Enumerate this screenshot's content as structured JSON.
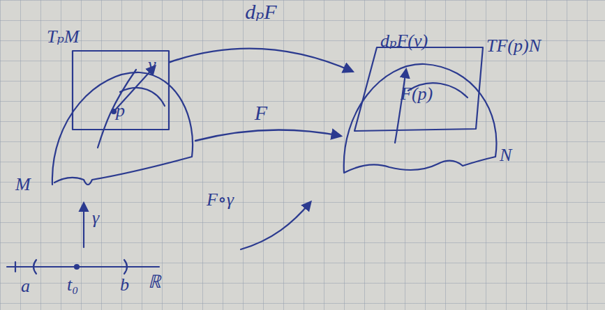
{
  "diagram": {
    "nodes": [
      {
        "text": [
          "TₚM"
        ]
      },
      {
        "text": [
          "M"
        ]
      },
      {
        "text": [
          "TF(p)N"
        ]
      },
      {
        "text": [
          "N"
        ]
      }
    ],
    "edges": [
      {
        "from": 0,
        "to": 2,
        "label": "dₚF",
        "arrow": "to"
      },
      {
        "from": 1,
        "to": 3,
        "label": "F",
        "arrow": "to"
      }
    ],
    "labels": [
      "v",
      "p",
      "dₚF(v)",
      "F(p)",
      "γ",
      "F∘γ",
      "a",
      "t₀",
      "b",
      "ℝ"
    ]
  }
}
